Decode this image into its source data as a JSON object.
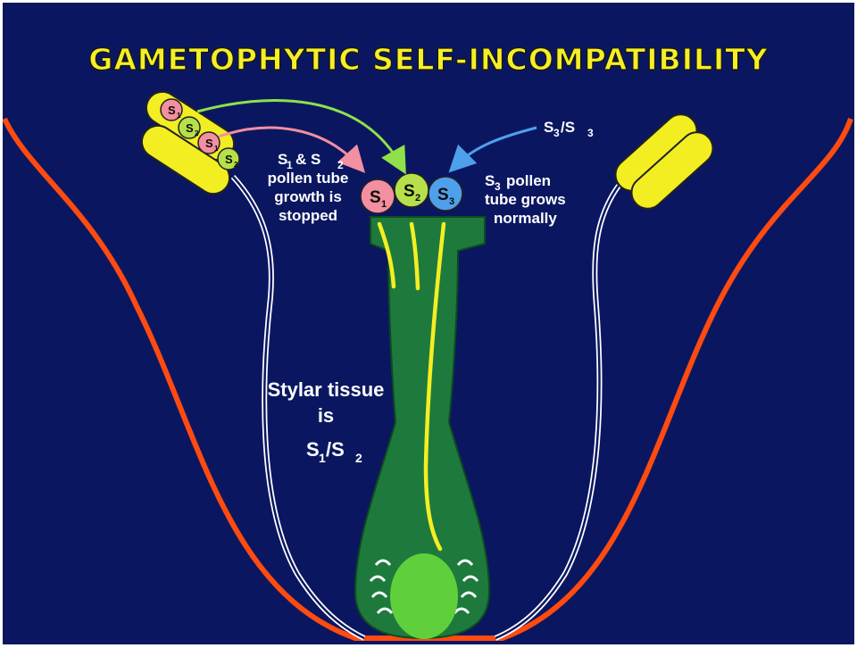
{
  "title": "GAMETOPHYTIC SELF-INCOMPATIBILITY",
  "labels": {
    "stopped_l1": "& S",
    "stopped_l2": "pollen tube",
    "stopped_l3": "growth is",
    "stopped_l4": "stopped",
    "normal_l1": "pollen",
    "normal_l2": "tube grows",
    "normal_l3": "normally",
    "genotype_right": "/S",
    "stylar_l1": "Stylar tissue",
    "stylar_l2": "is",
    "stylar_l3": "/S"
  },
  "symbols": {
    "S": "S",
    "sub1": "1",
    "sub2": "2",
    "sub3": "3"
  },
  "colors": {
    "background": "#0a1760",
    "title": "#f5ee2a",
    "anther": "#f2ee22",
    "style_tissue": "#1e7a3c",
    "ovule": "#5fd03c",
    "flower_outline": "#ff4a10",
    "pollen_s1": "#f28fa0",
    "pollen_s2": "#b6e04a",
    "pollen_s3": "#4fa0ea",
    "tube_yellow": "#f5ee22"
  }
}
